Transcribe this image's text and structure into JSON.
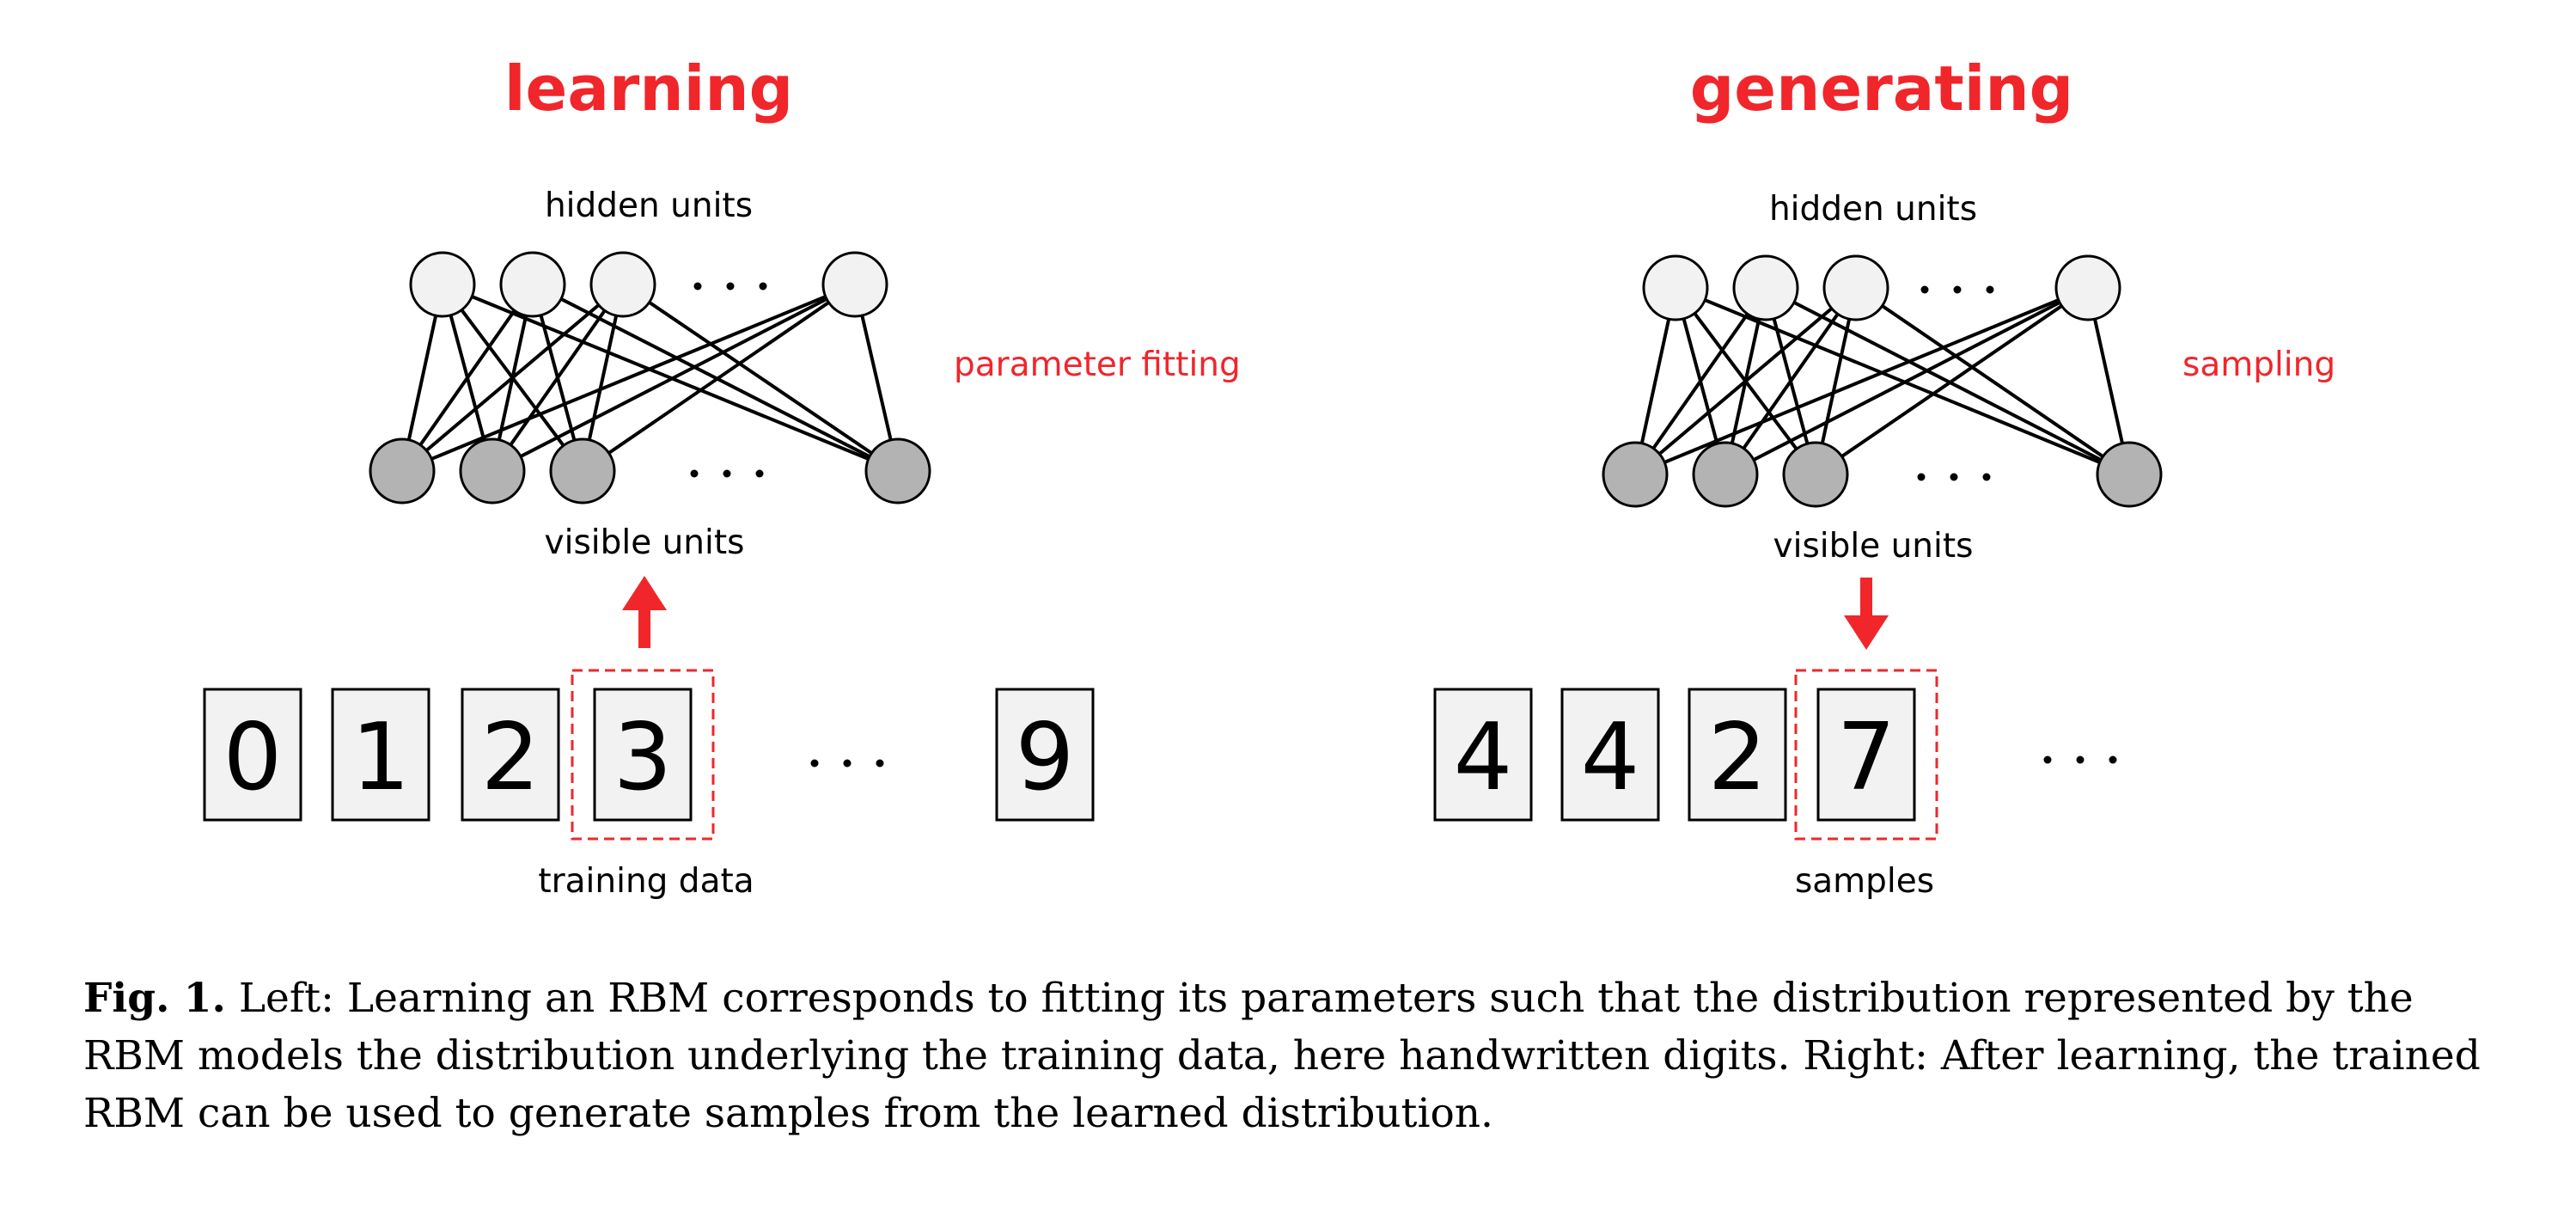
{
  "colors": {
    "accent": "#f0262b",
    "hidden_fill": "#f2f2f2",
    "visible_fill": "#b3b3b3",
    "box_fill": "#f2f2f2"
  },
  "left": {
    "title": "learning",
    "hidden_label": "hidden units",
    "visible_label": "visible units",
    "side_label": "parameter fitting",
    "data_label": "training data",
    "arrow_direction": "up",
    "digits": [
      "0",
      "1",
      "2",
      "3",
      "9"
    ],
    "highlighted_digit": "3"
  },
  "right": {
    "title": "generating",
    "hidden_label": "hidden units",
    "visible_label": "visible units",
    "side_label": "sampling",
    "data_label": "samples",
    "arrow_direction": "down",
    "digits": [
      "4",
      "4",
      "2",
      "7"
    ],
    "highlighted_digit": "7"
  },
  "caption": {
    "label": "Fig. 1.",
    "text": " Left: Learning an RBM corresponds to fitting its parameters such that the distribution represented by the RBM models the distribution underlying the training data, here handwritten digits. Right: After learning, the trained RBM can be used to generate samples from the learned distribution."
  }
}
